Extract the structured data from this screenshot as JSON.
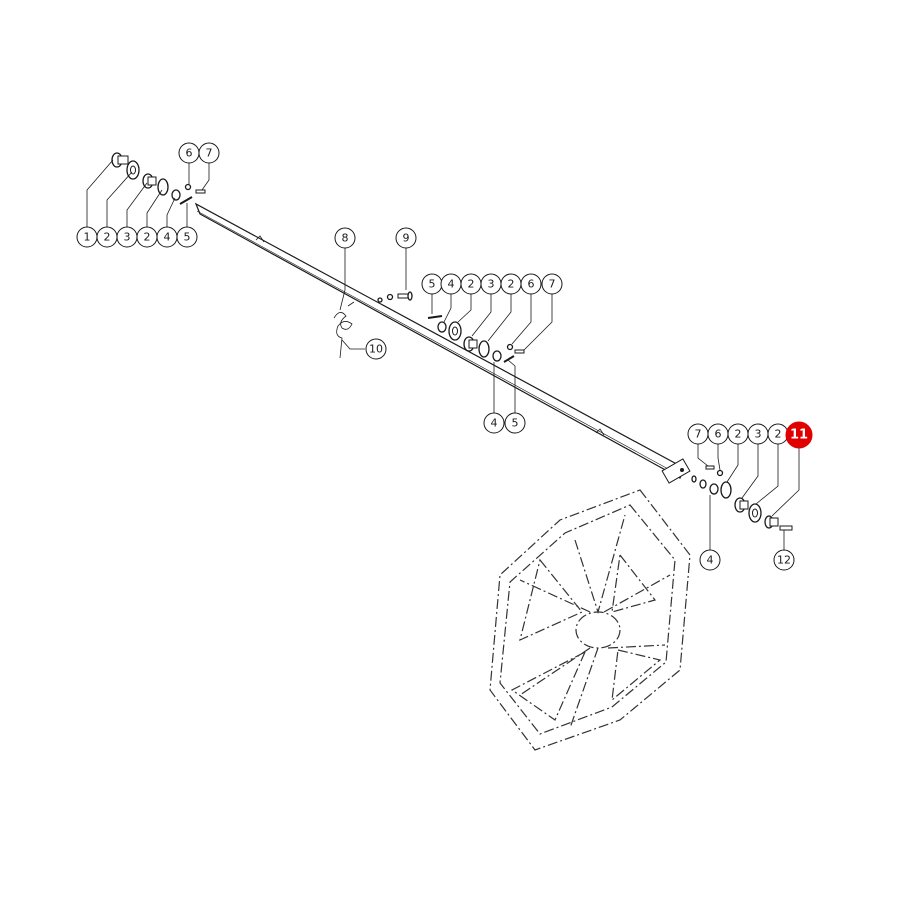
{
  "diagram": {
    "highlight_color": "#e00000",
    "callouts": [
      {
        "label": "1"
      },
      {
        "label": "2"
      },
      {
        "label": "3"
      },
      {
        "label": "2"
      },
      {
        "label": "4"
      },
      {
        "label": "5"
      },
      {
        "label": "6"
      },
      {
        "label": "7"
      },
      {
        "label": "8"
      },
      {
        "label": "9"
      },
      {
        "label": "10"
      },
      {
        "label": "5"
      },
      {
        "label": "4"
      },
      {
        "label": "2"
      },
      {
        "label": "3"
      },
      {
        "label": "2"
      },
      {
        "label": "6"
      },
      {
        "label": "7"
      },
      {
        "label": "4"
      },
      {
        "label": "5"
      },
      {
        "label": "7"
      },
      {
        "label": "6"
      },
      {
        "label": "2"
      },
      {
        "label": "3"
      },
      {
        "label": "2"
      },
      {
        "label": "11",
        "highlighted": true
      },
      {
        "label": "4"
      },
      {
        "label": "12"
      }
    ]
  }
}
